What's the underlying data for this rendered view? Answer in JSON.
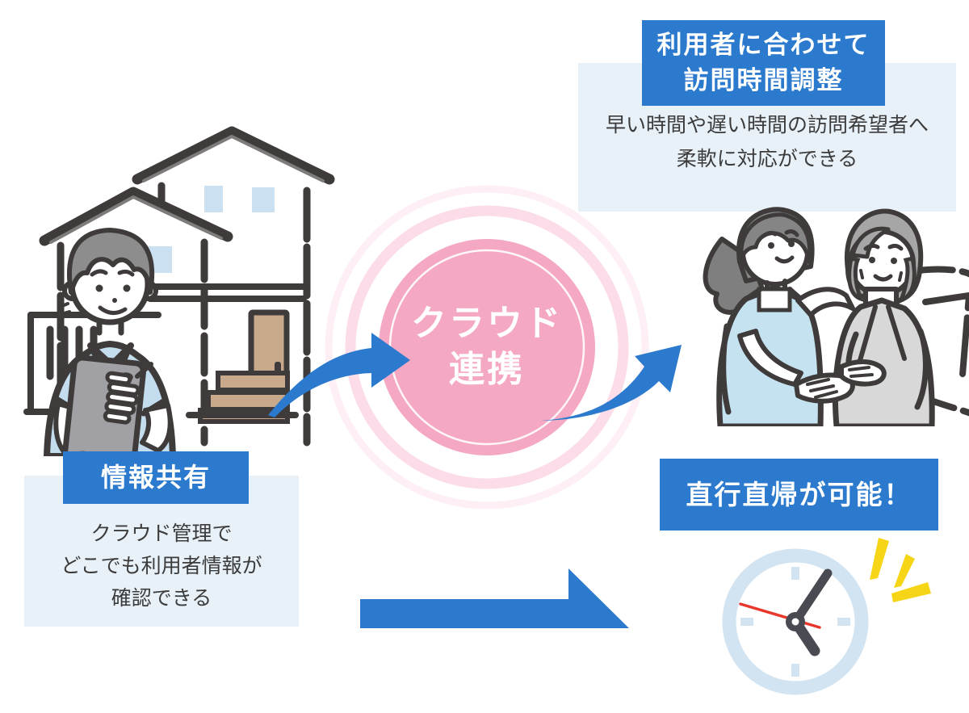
{
  "cloud_circle": {
    "line1": "クラウド",
    "line2": "連携"
  },
  "info_share": {
    "badge": "情報共有",
    "desc": [
      "クラウド管理で",
      "どこでも利用者情報が",
      "確認できる"
    ]
  },
  "visit_adjust": {
    "badge": [
      "利用者に合わせて",
      "訪問時間調整"
    ],
    "desc": [
      "早い時間や遅い時間の訪問希望者へ",
      "柔軟に対応ができる"
    ]
  },
  "direct_commute": {
    "badge": "直行直帰が可能！"
  },
  "colors": {
    "accent_blue": "#2b7ace",
    "panel_blue": "#e9f1f8",
    "pink": "#f5a8c3",
    "pink_halo": "#fbdce8",
    "pink_halo_outer": "#fdeff5",
    "line_dark": "#3f3b3a",
    "window_blue": "#cbe0f1",
    "door_tan": "#c8a98c",
    "shirt_blue": "#c3ddee",
    "apron_blue": "#c5e2f0",
    "hair_grey": "#8d8d8d",
    "clock_ring_blue": "#d2e4f1",
    "clock_hand_grey": "#4a4a52",
    "second_hand_red": "#e8382d",
    "spark_yellow": "#f6d416"
  }
}
